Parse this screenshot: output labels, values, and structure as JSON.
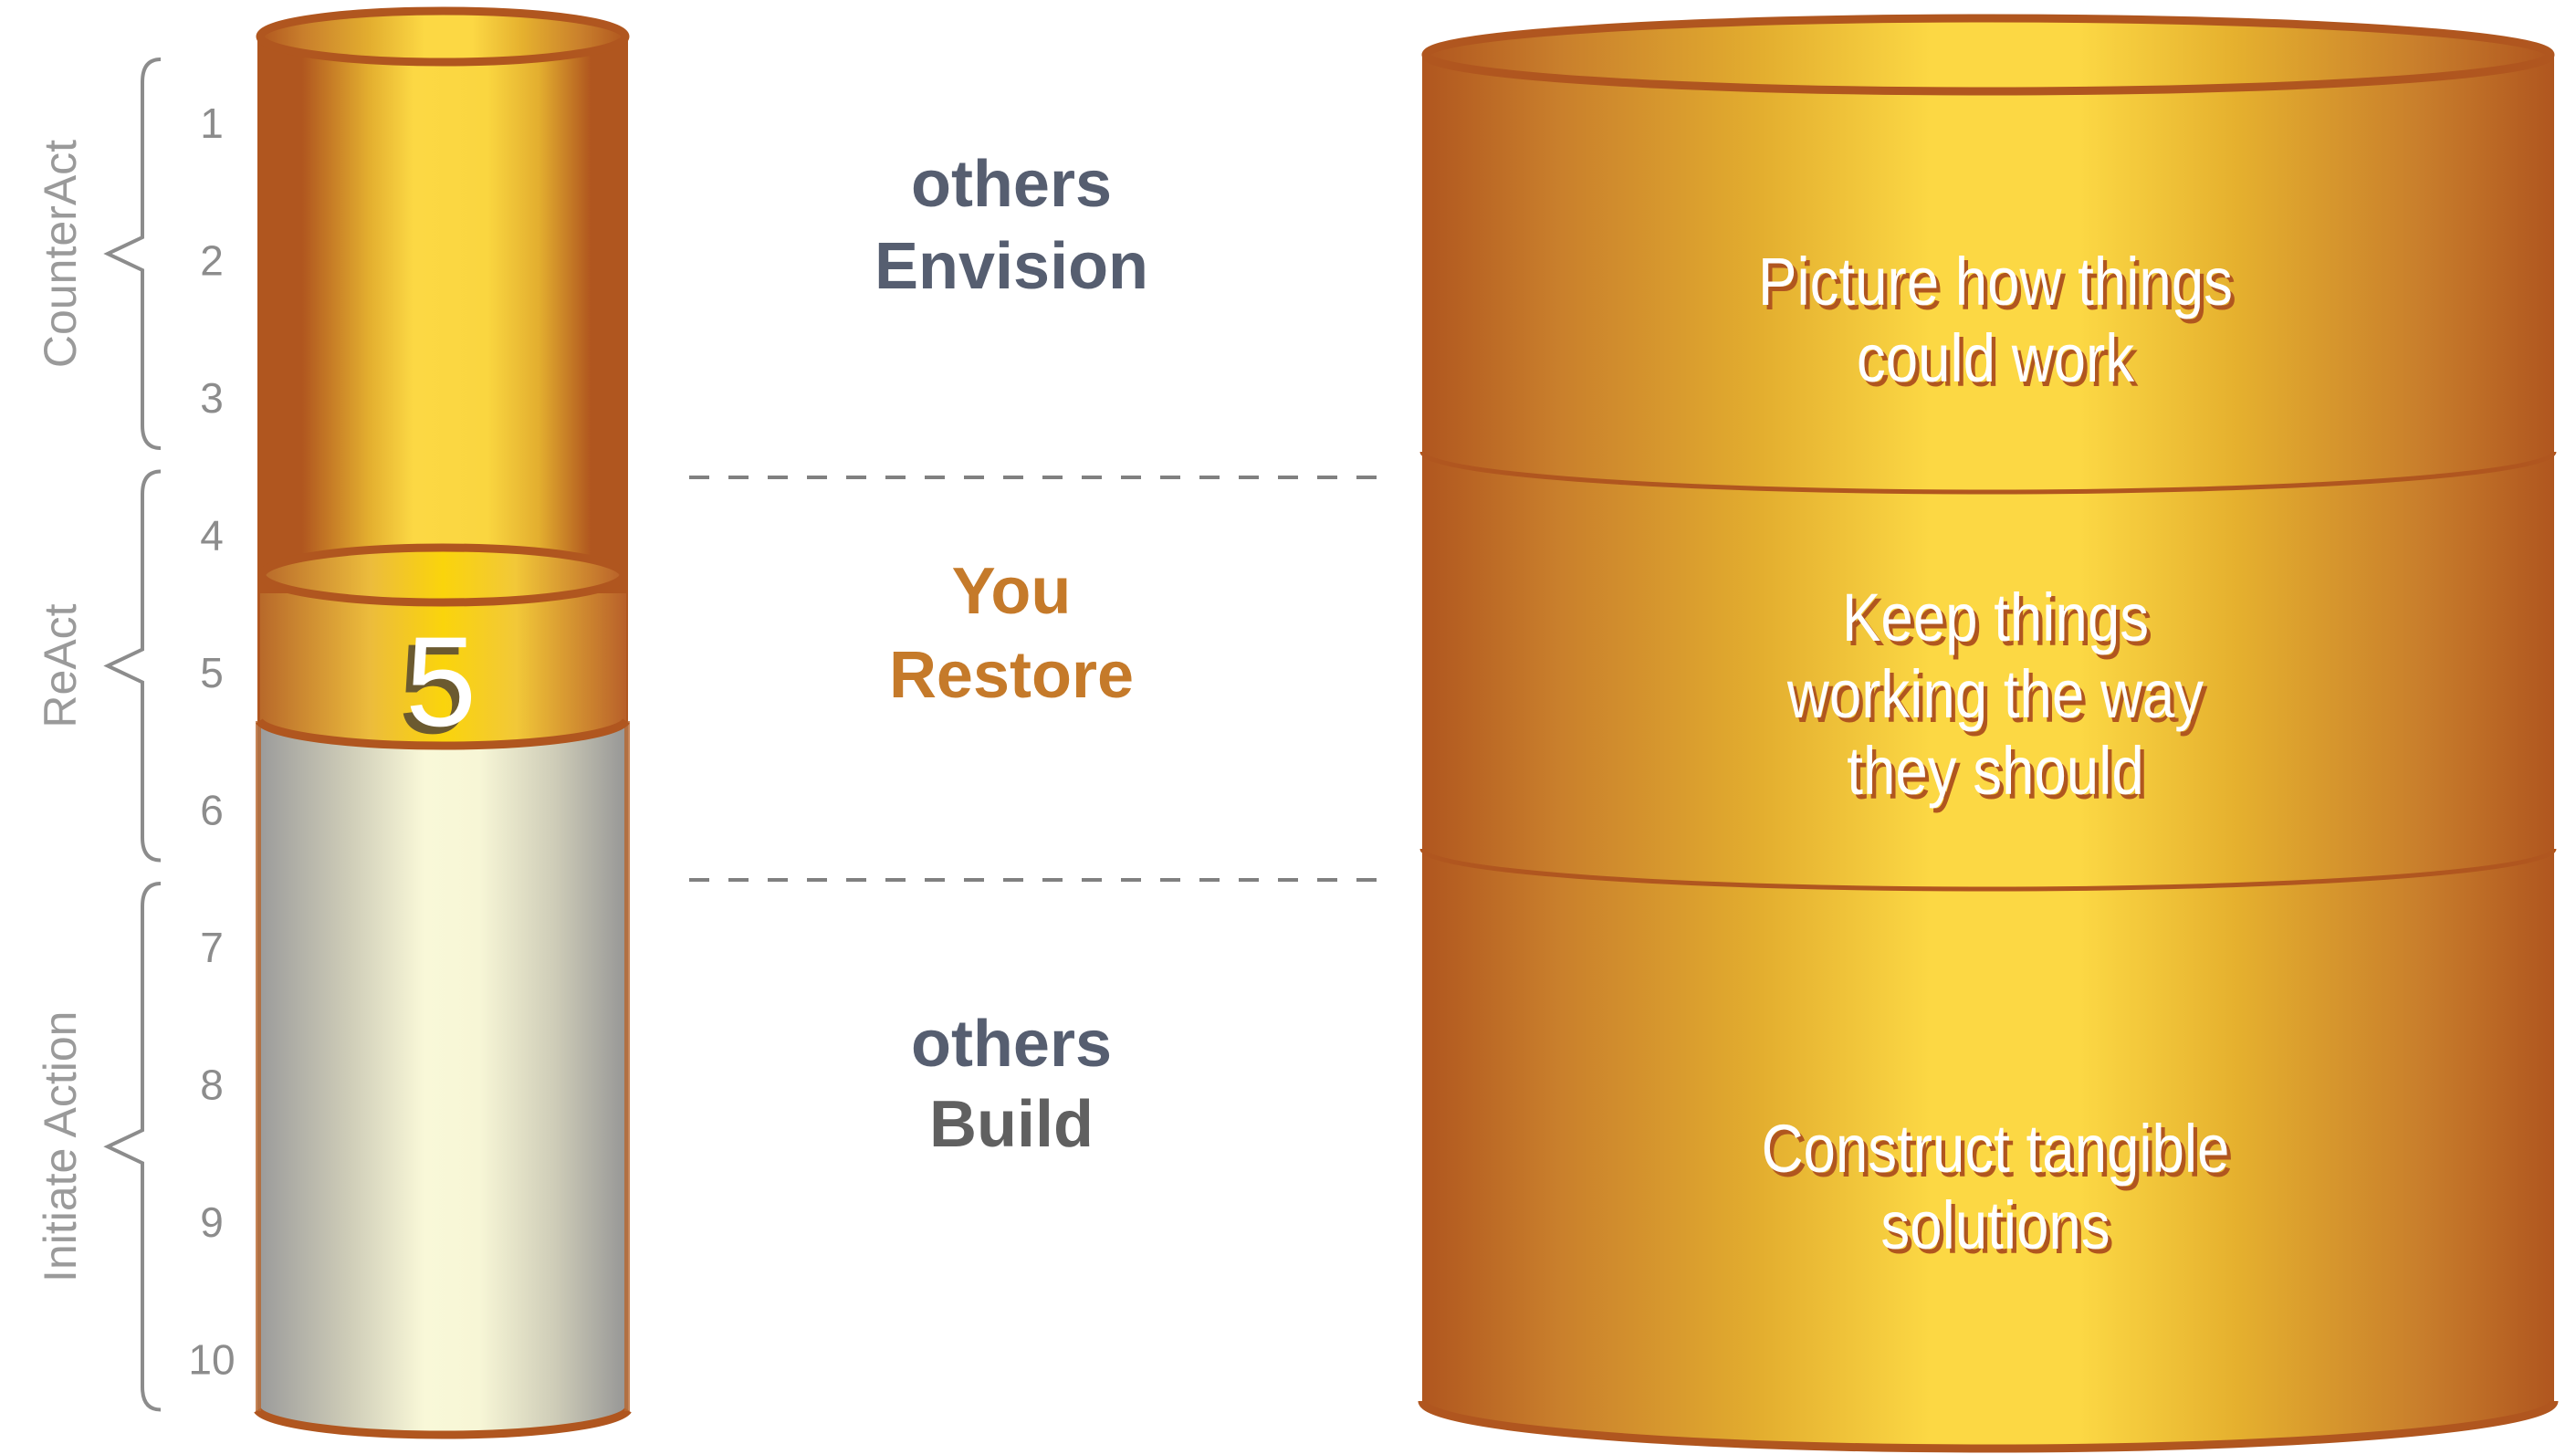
{
  "scale": {
    "numbers": [
      "1",
      "2",
      "3",
      "4",
      "5",
      "6",
      "7",
      "8",
      "9",
      "10"
    ],
    "selected_value": 5,
    "selected_label": "5",
    "groups": [
      {
        "label": "CounterAct",
        "from": 1,
        "to": 3
      },
      {
        "label": "ReAct",
        "from": 4,
        "to": 6
      },
      {
        "label": "Initiate Action",
        "from": 7,
        "to": 10
      }
    ]
  },
  "roles": [
    {
      "who": "others",
      "verb": "Envision",
      "who_color": "#565e70",
      "verb_color": "#565e70"
    },
    {
      "who": "You",
      "verb": "Restore",
      "who_color": "#c57a2a",
      "verb_color": "#c57a2a"
    },
    {
      "who": "others",
      "verb": "Build",
      "who_color": "#565e70",
      "verb_color": "#606060"
    }
  ],
  "descriptions": [
    {
      "lines": [
        "Picture how things",
        "could work"
      ]
    },
    {
      "lines": [
        "Keep things",
        "working the way",
        "they should"
      ]
    },
    {
      "lines": [
        "Construct tangible",
        "solutions"
      ]
    }
  ],
  "colors": {
    "gold_dark": "#b0561f",
    "gold_mid": "#e3ab2c",
    "gold_light": "#fcd844",
    "gray_dark": "#9a9a9a",
    "gray_light": "#f9f8d8",
    "label_gray": "#8c8c8c",
    "dash_gray": "#808080"
  }
}
